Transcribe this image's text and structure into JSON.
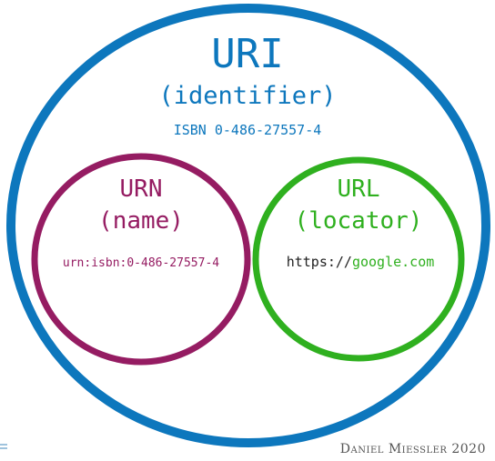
{
  "uri": {
    "title": "URI",
    "subtitle": "(identifier)",
    "example": "ISBN 0-486-27557-4"
  },
  "urn": {
    "title": "URN",
    "subtitle": "(name)",
    "example": "urn:isbn:0-486-27557-4"
  },
  "url": {
    "title": "URL",
    "subtitle": "(locator)",
    "example_prefix": "https://",
    "example_host": "google.com"
  },
  "credit": "Daniel Miessler 2020",
  "colors": {
    "uri": "#0d77bd",
    "urn": "#951c62",
    "url": "#2fb01f",
    "text_dark": "#222222",
    "credit": "#555555"
  }
}
